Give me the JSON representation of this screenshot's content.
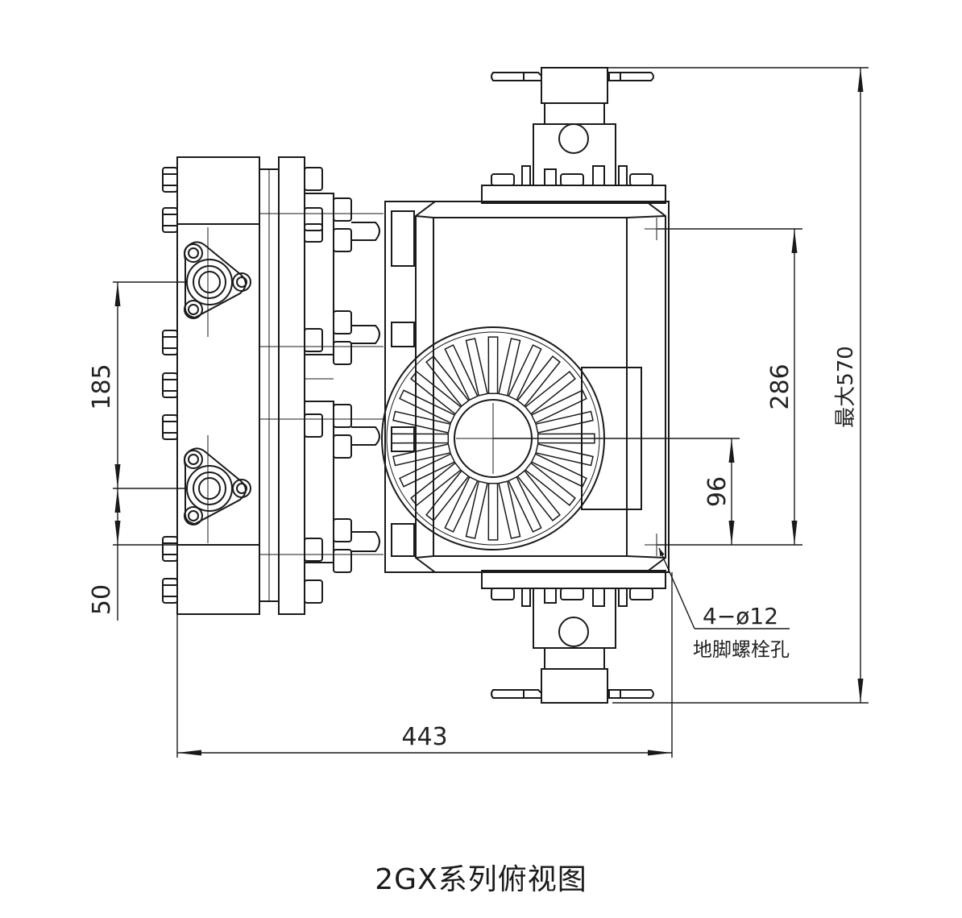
{
  "dimensions": {
    "spacing_185": "185",
    "offset_50": "50",
    "width_443": "443",
    "height_286": "286",
    "height_96": "96",
    "overall_max_570": "最大570"
  },
  "callout": {
    "holes": "4−ø12",
    "holes_label": "地脚螺栓孔"
  },
  "caption": "2GX系列俯视图",
  "colors": {
    "line": "#1a1a1a",
    "background": "#ffffff"
  }
}
